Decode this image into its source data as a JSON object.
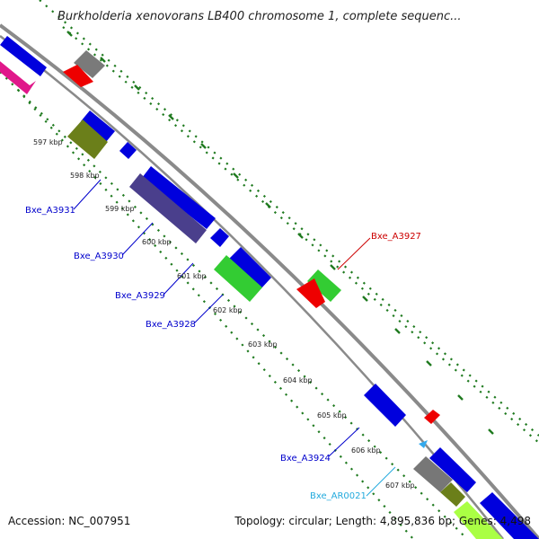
{
  "title": "Burkholderia xenovorans LB400 chromosome 1, complete sequenc...",
  "footer": {
    "accession": "Accession: NC_007951",
    "summary": "Topology: circular; Length: 4,895,836 bp; Genes: 4,498"
  },
  "colors": {
    "backbone": "#8a8a8a",
    "track_dots": "#1f7a1f",
    "label_default": "#0000cc",
    "label_red": "#cc0000",
    "label_rna": "#22aadd"
  },
  "position_ticks": [
    "597 kbp",
    "598 kbp",
    "599 kbp",
    "600 kbp",
    "601 kbp",
    "602 kbp",
    "603 kbp",
    "604 kbp",
    "605 kbp",
    "606 kbp",
    "607 kbp"
  ],
  "gene_labels": [
    {
      "text": "Bxe_A3931",
      "color": "#0000cc"
    },
    {
      "text": "Bxe_A3930",
      "color": "#0000cc"
    },
    {
      "text": "Bxe_A3929",
      "color": "#0000cc"
    },
    {
      "text": "Bxe_A3928",
      "color": "#0000cc"
    },
    {
      "text": "Bxe_A3927",
      "color": "#cc0000"
    },
    {
      "text": "Bxe_A3924",
      "color": "#0000cc"
    },
    {
      "text": "Bxe_AR0021",
      "color": "#22aadd"
    }
  ]
}
